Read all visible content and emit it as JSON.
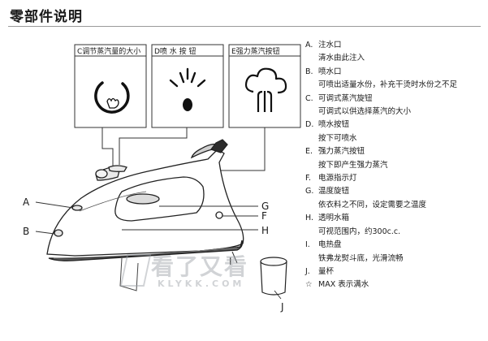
{
  "page": {
    "title": "零部件说明"
  },
  "panels": [
    {
      "label": "C调节蒸汽量的大小",
      "icon": "steam-dial-icon"
    },
    {
      "label": "D喷 水 按 钮",
      "icon": "water-spray-icon"
    },
    {
      "label": "E强力蒸汽按钮",
      "icon": "steam-burst-icon"
    }
  ],
  "callouts": {
    "A": "A",
    "B": "B",
    "G": "G",
    "F": "F",
    "H": "H",
    "I": "I",
    "J": "J"
  },
  "parts": [
    {
      "letter": "A.",
      "name": "注水口",
      "desc": "清水由此注入"
    },
    {
      "letter": "B.",
      "name": "喷水口",
      "desc": "可喷出适量水份，补充干烫时水份之不足"
    },
    {
      "letter": "C.",
      "name": "可调式蒸汽旋钮",
      "desc": "可调式以供选择蒸汽的大小"
    },
    {
      "letter": "D.",
      "name": "喷水按钮",
      "desc": "按下可喷水"
    },
    {
      "letter": "E.",
      "name": "强力蒸汽按钮",
      "desc": "按下即产生强力蒸汽"
    },
    {
      "letter": "F.",
      "name": "电源指示灯",
      "desc": ""
    },
    {
      "letter": "G.",
      "name": "温度旋钮",
      "desc": "依衣料之不同，设定需要之温度"
    },
    {
      "letter": "H.",
      "name": "透明水箱",
      "desc": "可视范围内，约300c.c."
    },
    {
      "letter": "I.",
      "name": "电热盘",
      "desc": "铁弗龙熨斗底，光滑流畅"
    },
    {
      "letter": "J.",
      "name": "量杯",
      "desc": ""
    },
    {
      "letter": "☆",
      "name": "MAX 表示满水",
      "desc": ""
    }
  ],
  "watermark": {
    "main": "看了又看",
    "sub": "KLYKK.COM"
  }
}
